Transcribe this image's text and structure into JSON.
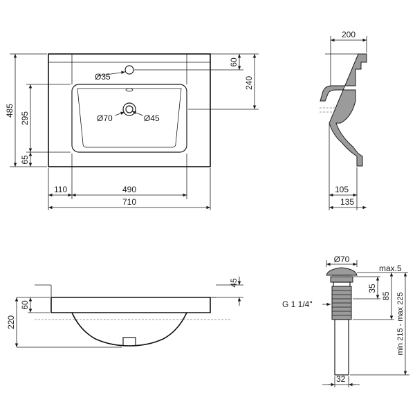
{
  "top_view": {
    "d_tap_hole": "Ø35",
    "d_drain_outer": "Ø70",
    "d_drain_inner": "Ø45",
    "depth_total": "485",
    "depth_bowl": "295",
    "bowl_front_margin": "65",
    "tap_offset": "60",
    "bowl_offset": "240",
    "side_margin": "110",
    "bowl_width": "490",
    "total_width": "710"
  },
  "side_view": {
    "depth": "200",
    "bottom_depth": "105",
    "total_depth": "135"
  },
  "front_view": {
    "rim_height": "45",
    "top_thickness": "60",
    "total_height": "220"
  },
  "drain_view": {
    "cap_diameter": "Ø70",
    "cap_gap": "max.5",
    "cap_height": "35",
    "body_height": "85",
    "thread": "G 1 1/4\"",
    "length_range": "min 215 - max 225",
    "pipe_diameter": "32"
  }
}
